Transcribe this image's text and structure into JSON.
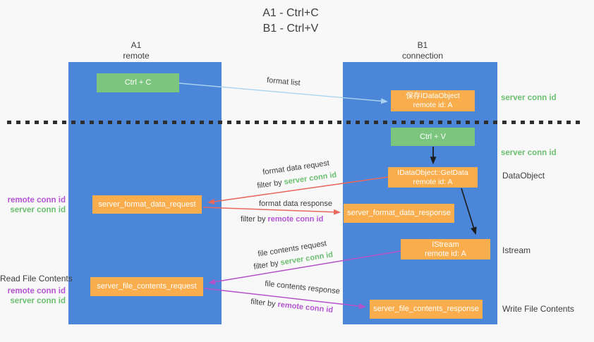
{
  "title": {
    "line1": "A1 - Ctrl+C",
    "line2": "B1 - Ctrl+V"
  },
  "lanes": {
    "a": {
      "name": "A1",
      "role": "remote"
    },
    "b": {
      "name": "B1",
      "role": "connection"
    }
  },
  "nodes": {
    "ctrl_c": {
      "label": "Ctrl + C"
    },
    "ctrl_v": {
      "label": "Ctrl + V"
    },
    "save_idataobject": {
      "line1": "保存IDataObject",
      "line2": "remote id: A"
    },
    "idataobject_getdata": {
      "line1": "IDataObject::GetData",
      "line2": "remote id: A"
    },
    "istream": {
      "line1": "IStream",
      "line2": "remote id: A"
    },
    "server_format_data_request": {
      "label": "server_format_data_request"
    },
    "server_format_data_response": {
      "label": "server_format_data_response"
    },
    "server_file_contents_request": {
      "label": "server_file_contents_request"
    },
    "server_file_contents_response": {
      "label": "server_file_contents_response"
    }
  },
  "arrow_labels": {
    "format_list": "format list",
    "format_data_request": "format data request",
    "format_data_response": "format data response",
    "file_contents_request": "file contents request",
    "file_contents_response": "file contents response",
    "filter_by": "filter by",
    "server_conn_id": "server conn id",
    "remote_conn_id": "remote conn id"
  },
  "side_labels": {
    "left": {
      "remote_conn_id": "remote conn id",
      "server_conn_id": "server conn id",
      "read_file_contents": "Read File Contents"
    },
    "right": {
      "server_conn_id": "server conn id",
      "dataobject": "DataObject",
      "istream": "Istream",
      "write_file_contents": "Write File Contents"
    }
  },
  "colors": {
    "lane_blue": "#4c86d9",
    "node_green": "#7cc57f",
    "node_orange": "#f9ad4c",
    "arrow_blue": "#a9d4f0",
    "arrow_red": "#e8685e",
    "arrow_purple": "#b551c8",
    "arrow_black": "#1c1c1c",
    "text_dark": "#3d3d3d",
    "text_green": "#6cbf70",
    "text_purple": "#b455d2",
    "background": "#f8f8f8"
  }
}
